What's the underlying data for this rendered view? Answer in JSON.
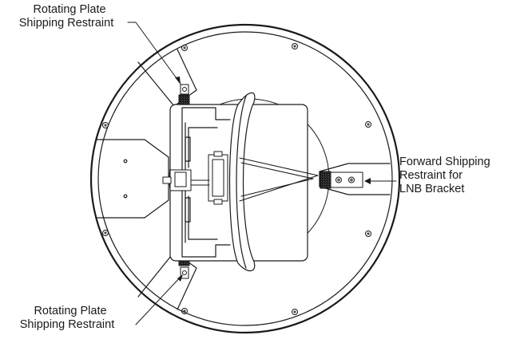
{
  "callouts": {
    "top_left": {
      "line1": "Rotating Plate",
      "line2": "Shipping Restraint"
    },
    "bottom_left": {
      "line1": "Rotating Plate",
      "line2": "Shipping Restraint"
    },
    "right": {
      "line1": "Forward Shipping",
      "line2": "Restraint for",
      "line3": "LNB Bracket"
    }
  },
  "colors": {
    "line": "#1a1a1a",
    "fill": "#ffffff",
    "hatch": "#333333"
  }
}
